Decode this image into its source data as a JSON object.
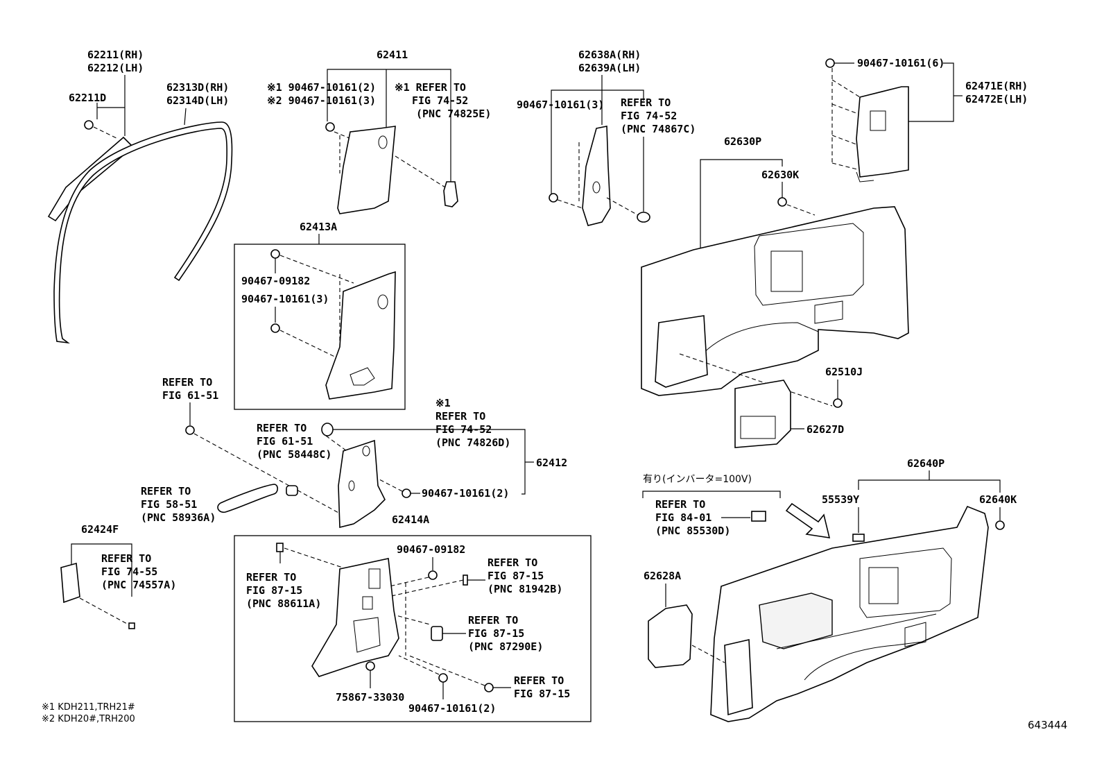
{
  "labels": {
    "p62211": "62211(RH)",
    "p62212": "62212(LH)",
    "p62211D": "62211D",
    "p62313D": "62313D(RH)",
    "p62314D": "62314D(LH)",
    "p62411": "62411",
    "n1_90467_2": "※1 90467-10161(2)",
    "n2_90467_3": "※2 90467-10161(3)",
    "ref1_a": "※1 REFER TO",
    "ref1_b": "FIG 74-52",
    "ref1_c": "(PNC 74825E)",
    "p62638A": "62638A(RH)",
    "p62639A": "62639A(LH)",
    "p90467_3b": "90467-10161(3)",
    "ref2_a": "REFER TO",
    "ref2_b": "FIG 74-52",
    "ref2_c": "(PNC 74867C)",
    "p90467_6": "90467-10161(6)",
    "p62471E": "62471E(RH)",
    "p62472E": "62472E(LH)",
    "p62630P": "62630P",
    "p62630K": "62630K",
    "p62413A": "62413A",
    "p90467_09182a": "90467-09182",
    "p90467_3c": "90467-10161(3)",
    "p62510J": "62510J",
    "ref3_a": "REFER TO",
    "ref3_b": "FIG 61-51",
    "p62627D": "62627D",
    "ref4_a": "REFER TO",
    "ref4_b": "FIG 61-51",
    "ref4_c": "(PNC 58448C)",
    "ref5_mark": "※1",
    "ref5_a": "REFER TO",
    "ref5_b": "FIG 74-52",
    "ref5_c": "(PNC 74826D)",
    "p62412": "62412",
    "p90467_2a": "90467-10161(2)",
    "ref6_a": "REFER TO",
    "ref6_b": "FIG 58-51",
    "ref6_c": "(PNC 58936A)",
    "p62424F": "62424F",
    "ref7_a": "REFER TO",
    "ref7_b": "FIG 74-55",
    "ref7_c": "(PNC 74557A)",
    "p62414A": "62414A",
    "p90467_09182b": "90467-09182",
    "ref8_a": "REFER TO",
    "ref8_b": "FIG 87-15",
    "ref8_c": "(PNC 81942B)",
    "ref9_a": "REFER TO",
    "ref9_b": "FIG 87-15",
    "ref9_c": "(PNC 88611A)",
    "ref10_a": "REFER TO",
    "ref10_b": "FIG 87-15",
    "ref10_c": "(PNC 87290E)",
    "p75867": "75867-33030",
    "p90467_2b": "90467-10161(2)",
    "ref11_a": "REFER TO",
    "ref11_b": "FIG 87-15",
    "jp_note": "有り(インバータ=100V)",
    "ref12_a": "REFER TO",
    "ref12_b": "FIG 84-01",
    "ref12_c": "(PNC 85530D)",
    "p62640P": "62640P",
    "p55539Y": "55539Y",
    "p62640K": "62640K",
    "p62628A": "62628A",
    "footnote1": "※1 KDH211,TRH21#",
    "footnote2": "※2 KDH20#,TRH200",
    "diagram_code": "643444"
  }
}
